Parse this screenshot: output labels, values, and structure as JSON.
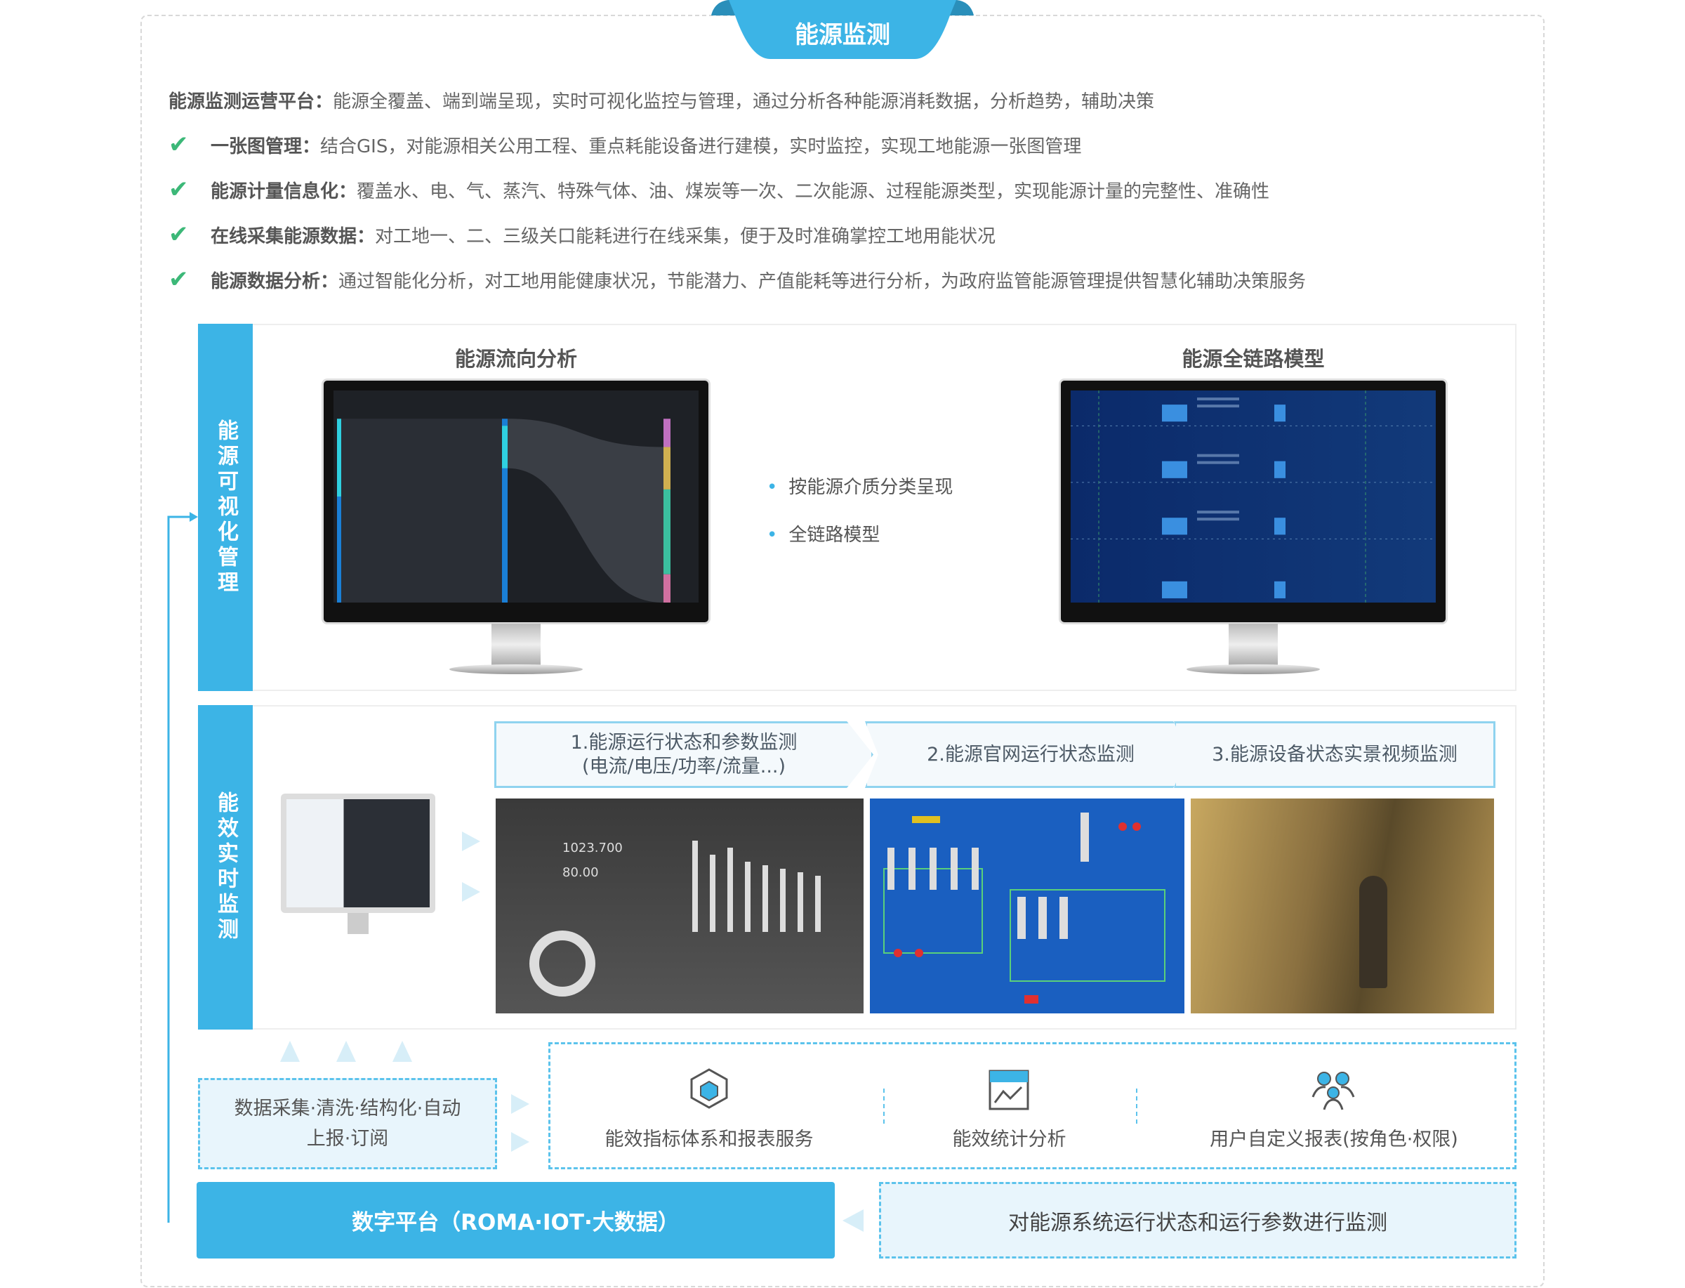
{
  "title": "能源监测",
  "intro": {
    "label": "能源监测运营平台：",
    "text": "能源全覆盖、端到端呈现，实时可视化监控与管理，通过分析各种能源消耗数据，分析趋势，辅助决策"
  },
  "features": [
    {
      "label": "一张图管理：",
      "text": "结合GIS，对能源相关公用工程、重点耗能设备进行建模，实时监控，实现工地能源一张图管理"
    },
    {
      "label": "能源计量信息化：",
      "text": "覆盖水、电、气、蒸汽、特殊气体、油、煤炭等一次、二次能源、过程能源类型，实现能源计量的完整性、准确性"
    },
    {
      "label": "在线采集能源数据：",
      "text": "对工地一、二、三级关口能耗进行在线采集，便于及时准确掌控工地用能状况"
    },
    {
      "label": "能源数据分析：",
      "text": "通过智能化分析，对工地用能健康状况，节能潜力、产值能耗等进行分析，为政府监管能源管理提供智慧化辅助决策服务"
    }
  ],
  "visual": {
    "sidebar": "能源可视化管理",
    "left_heading": "能源流向分析",
    "right_heading": "能源全链路模型",
    "bullets": [
      "按能源介质分类呈现",
      "全链路模型"
    ]
  },
  "realtime": {
    "sidebar": "能效实时监测",
    "steps": [
      {
        "line1": "1.能源运行状态和参数监测",
        "line2": "(电流/电压/功率/流量...)"
      },
      {
        "line1": "2.能源官网运行状态监测"
      },
      {
        "line1": "3.能源设备状态实景视频监测"
      }
    ],
    "dashboard": {
      "v1": "1023.700",
      "v2": "80.00"
    }
  },
  "data_collect": {
    "line1": "数据采集·清洗·结构化·自动",
    "line2": "上报·订阅"
  },
  "services": [
    "能效指标体系和报表服务",
    "能效统计分析",
    "用户自定义报表(按角色·权限)"
  ],
  "platform": "数字平台（ROMA·IOT·大数据）",
  "monitor_box": "对能源系统运行状态和运行参数进行监测",
  "colors": {
    "accent": "#3cb4e6",
    "check": "#3cb878"
  }
}
